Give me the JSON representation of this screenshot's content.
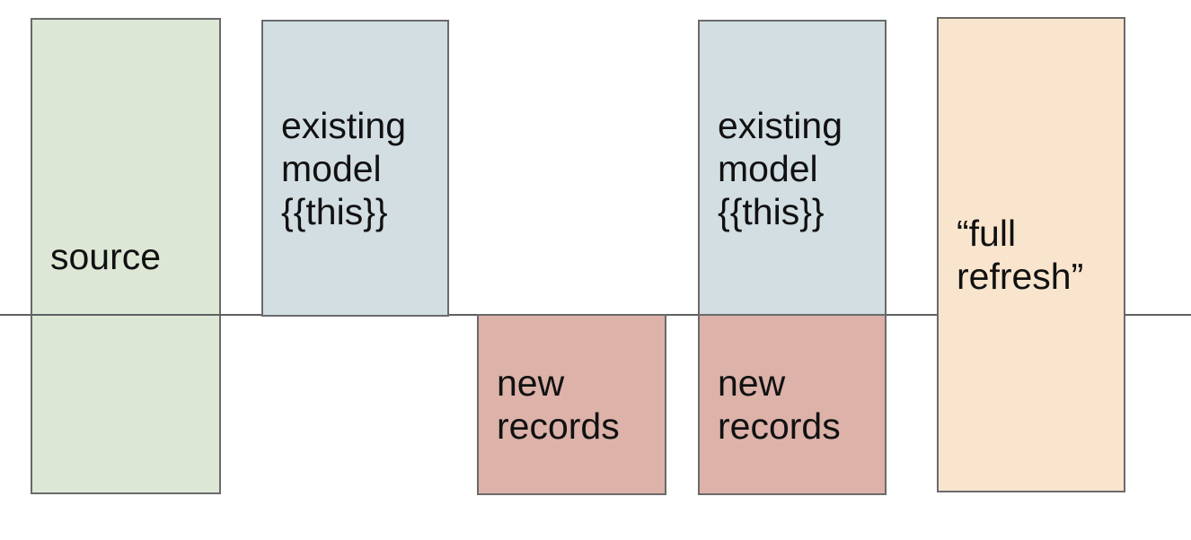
{
  "diagram": {
    "description": "incremental model materialization diagram",
    "background": "#ffffff",
    "text_color": "#111111",
    "border_color": "#6a6a6a",
    "baseline": {
      "color": "#5f5f5f"
    },
    "boxes": [
      {
        "id": "source",
        "label": "source",
        "fill": "#dce8d5"
      },
      {
        "id": "existing-model-1",
        "label": "existing model {{this}}",
        "fill": "#d3dee3"
      },
      {
        "id": "new-records-1",
        "label": "new records",
        "fill": "#dcb2a9"
      },
      {
        "id": "existing-model-2",
        "label": "existing model {{this}}",
        "fill": "#d3dee3"
      },
      {
        "id": "new-records-2",
        "label": "new records",
        "fill": "#dcb2a9"
      },
      {
        "id": "full-refresh",
        "label": "“full refresh”",
        "fill": "#f9e5cd"
      }
    ]
  }
}
